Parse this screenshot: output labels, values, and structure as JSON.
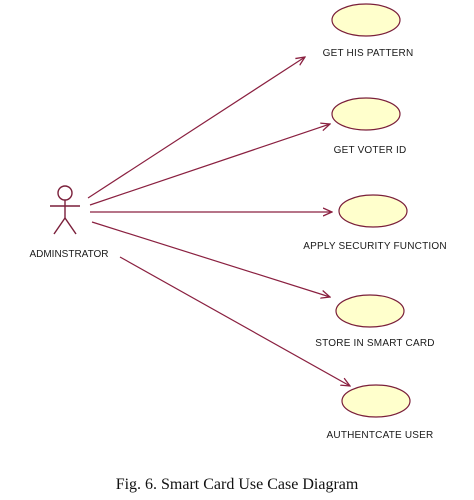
{
  "diagram": {
    "type": "use-case",
    "actor": {
      "label": "ADMINSTRATOR"
    },
    "use_cases": [
      {
        "label": "GET HIS PATTERN"
      },
      {
        "label": "GET VOTER ID"
      },
      {
        "label": "APPLY SECURITY FUNCTION"
      },
      {
        "label": "STORE IN SMART CARD"
      },
      {
        "label": "AUTHENTCATE USER"
      }
    ],
    "colors": {
      "association": "#8a2040",
      "ellipse_stroke": "#7a1f3a",
      "ellipse_fill": "#ffffcc",
      "actor_stroke": "#7a1f3a"
    }
  },
  "caption": "Fig. 6. Smart Card Use Case Diagram"
}
